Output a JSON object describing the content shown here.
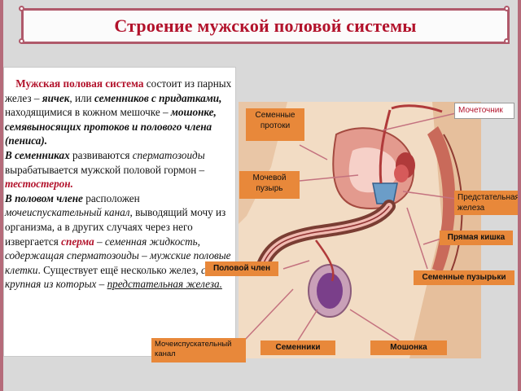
{
  "title": "Строение мужской половой системы",
  "text": {
    "p1_lead": "Мужская половая система",
    "p1_a": " состоит из парных желез – ",
    "p1_b": "яичек",
    "p1_c": ", или ",
    "p1_d": "семенников с придатками,",
    "p1_e": " находящимися в кожном мешочке – ",
    "p1_f": "мошонке, семявыносящих протоков и полового члена (пениса).",
    "p2_a": "В семенниках",
    "p2_b": " развиваются ",
    "p2_c": "сперматозоиды",
    "p2_d": " вырабатывается мужской половой гормон – ",
    "p2_e": "тестостерон.",
    "p3_a": "В половом члене",
    "p3_b": " расположен ",
    "p3_c": "мочеиспускательный канал",
    "p3_d": ", выводящий мочу из организма, а в других случаях через него извергается ",
    "p3_e": "сперма",
    "p3_f": " – ",
    "p3_g": "семенная жидкость, содержащая сперматозоиды – мужские половые клетки",
    "p3_h": ". Существует ещё несколько желез, ",
    "p3_i": "самая крупная из которых – ",
    "p3_j": "предстательная железа."
  },
  "labels": {
    "seminal_ducts": "Семенные протоки",
    "bladder": "Мочевой пузырь",
    "ureter": "Мочеточник",
    "prostate": "Предстательная железа",
    "rectum": "Прямая кишка",
    "vesicles": "Семенные пузырьки",
    "penis": "Половой член",
    "urethra": "Мочеиспускательный канал",
    "testes": "Семенники",
    "scrotum": "Мошонка"
  }
}
